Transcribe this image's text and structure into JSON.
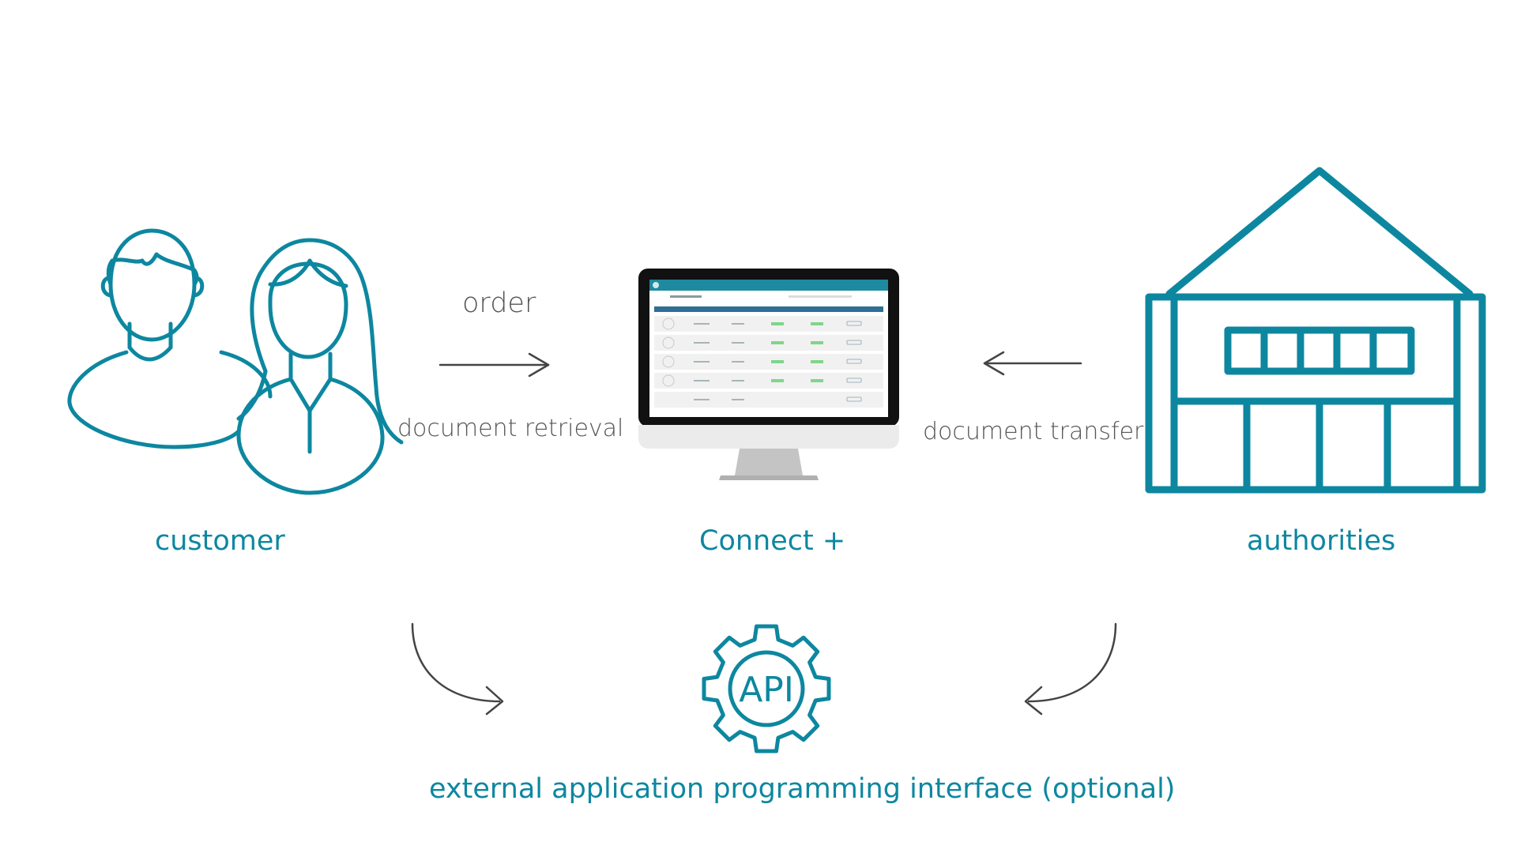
{
  "nodes": {
    "customer": {
      "label": "customer",
      "icon": "people-icon"
    },
    "connect": {
      "label": "Connect +",
      "icon": "monitor-icon"
    },
    "authorities": {
      "label": "authorities",
      "icon": "building-icon"
    },
    "api": {
      "label": "external application programming interface (optional)",
      "icon": "api-gear-icon",
      "badge": "API"
    }
  },
  "edges": {
    "order": "order",
    "document_retrieval": "document retrieval",
    "document_transfer": "document transfer"
  },
  "colors": {
    "accent": "#0d87a0",
    "text_gray": "#555555",
    "arrow": "#444444"
  }
}
